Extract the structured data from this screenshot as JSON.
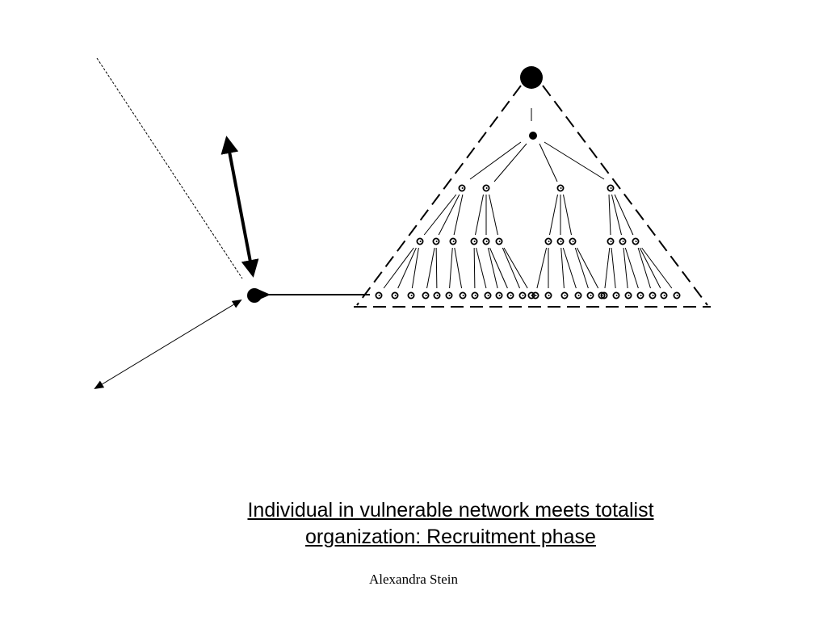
{
  "caption": {
    "line1": "Individual in vulnerable network meets totalist",
    "line2": "organization: Recruitment phase"
  },
  "author": "Alexandra Stein",
  "colors": {
    "ink": "#000000",
    "background": "#ffffff"
  }
}
